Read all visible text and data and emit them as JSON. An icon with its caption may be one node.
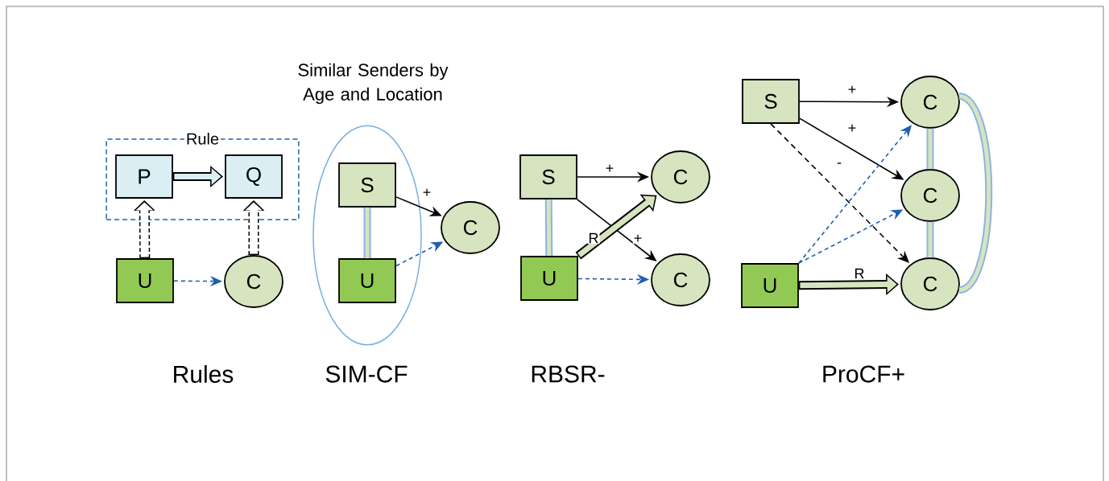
{
  "diagram": {
    "nodes": [
      {
        "text": [
          "Rule"
        ]
      },
      {
        "text": [
          "P"
        ],
        "in": 0
      },
      {
        "text": [
          "Q"
        ],
        "in": 0
      },
      {
        "text": [
          "U"
        ]
      },
      {
        "text": [
          "C"
        ]
      },
      {
        "text": [
          "Similar Senders by Age and Location"
        ]
      },
      {
        "text": [
          "S"
        ],
        "in": 5
      },
      {
        "text": [
          "U"
        ],
        "in": 5
      },
      {
        "text": [
          "C"
        ]
      },
      {
        "text": [
          "S"
        ]
      },
      {
        "text": [
          "U"
        ]
      },
      {
        "text": [
          "C"
        ]
      },
      {
        "text": [
          "C"
        ]
      },
      {
        "text": [
          "S"
        ]
      },
      {
        "text": [
          "U"
        ]
      },
      {
        "text": [
          "C"
        ]
      },
      {
        "text": [
          "C"
        ]
      },
      {
        "text": [
          "C"
        ]
      }
    ],
    "edges": [
      {
        "from": 1,
        "to": 2,
        "arrow": "to",
        "style": "thick"
      },
      {
        "from": 3,
        "to": 1,
        "arrow": "to",
        "style": "dashed"
      },
      {
        "from": 4,
        "to": 2,
        "arrow": "to",
        "style": "dashed"
      },
      {
        "from": 3,
        "to": 4,
        "arrow": "to",
        "style": "dashed",
        "color": "#1f5fae"
      },
      {
        "from": 6,
        "to": 7,
        "arrow": "none",
        "style": "thick",
        "color": "#8db4e2"
      },
      {
        "from": 6,
        "to": 8,
        "arrow": "to",
        "label": "+"
      },
      {
        "from": 7,
        "to": 8,
        "arrow": "to",
        "style": "dashed",
        "color": "#1f5fae"
      },
      {
        "from": 9,
        "to": 10,
        "arrow": "none",
        "style": "thick",
        "color": "#8db4e2"
      },
      {
        "from": 9,
        "to": 11,
        "arrow": "to",
        "label": "+"
      },
      {
        "from": 9,
        "to": 12,
        "arrow": "to",
        "label": "+"
      },
      {
        "from": 10,
        "to": 11,
        "arrow": "to",
        "style": "thick",
        "label": "R"
      },
      {
        "from": 10,
        "to": 12,
        "arrow": "to",
        "style": "dashed",
        "color": "#1f5fae"
      },
      {
        "from": 13,
        "to": 15,
        "arrow": "to",
        "label": "+"
      },
      {
        "from": 13,
        "to": 16,
        "arrow": "to",
        "label": "+"
      },
      {
        "from": 13,
        "to": 17,
        "arrow": "to",
        "style": "dashed",
        "label": "-"
      },
      {
        "from": 14,
        "to": 15,
        "arrow": "to",
        "style": "dashed",
        "color": "#1f5fae"
      },
      {
        "from": 14,
        "to": 16,
        "arrow": "to",
        "style": "dashed",
        "color": "#1f5fae"
      },
      {
        "from": 14,
        "to": 17,
        "arrow": "to",
        "style": "thick",
        "label": "R"
      },
      {
        "from": 15,
        "to": 16,
        "arrow": "none",
        "style": "thick",
        "color": "#8db4e2"
      },
      {
        "from": 16,
        "to": 17,
        "arrow": "none",
        "style": "thick",
        "color": "#8db4e2"
      },
      {
        "from": 15,
        "to": 17,
        "arrow": "none",
        "style": "thick",
        "color": "#8db4e2"
      }
    ],
    "labels": [
      "Rules",
      "SIM-CF",
      "RBSR-",
      "ProCF+"
    ]
  }
}
